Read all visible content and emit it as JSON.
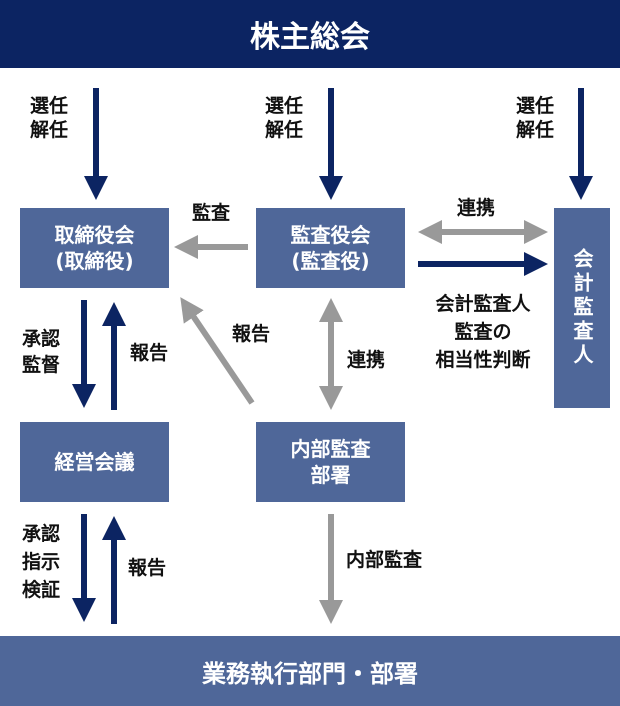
{
  "top_banner": "株主総会",
  "bottom_banner": "業務執行部門・部署",
  "boxes": {
    "board": [
      "取締役会",
      "(取締役)"
    ],
    "audit_board": [
      "監査役会",
      "(監査役)"
    ],
    "accounting_auditor": "会計監査人",
    "management_meeting": "経営会議",
    "internal_audit": [
      "内部監査",
      "部署"
    ]
  },
  "labels": {
    "elect_1": [
      "選任",
      "解任"
    ],
    "elect_2": [
      "選任",
      "解任"
    ],
    "elect_3": [
      "選任",
      "解任"
    ],
    "audit": "監査",
    "cooperation_1": "連携",
    "accounting_judgment": [
      "会計監査人",
      "監査の",
      "相当性判断"
    ],
    "approve_supervise": [
      "承認",
      "監督"
    ],
    "report_1": "報告",
    "report_2": "報告",
    "cooperation_2": "連携",
    "approve_instruct_verify": [
      "承認",
      "指示",
      "検証"
    ],
    "report_3": "報告",
    "internal_audit_flow": "内部監査"
  },
  "colors": {
    "navy": "#0c2462",
    "box": "#4f6799",
    "gray_arrow": "#999999"
  }
}
